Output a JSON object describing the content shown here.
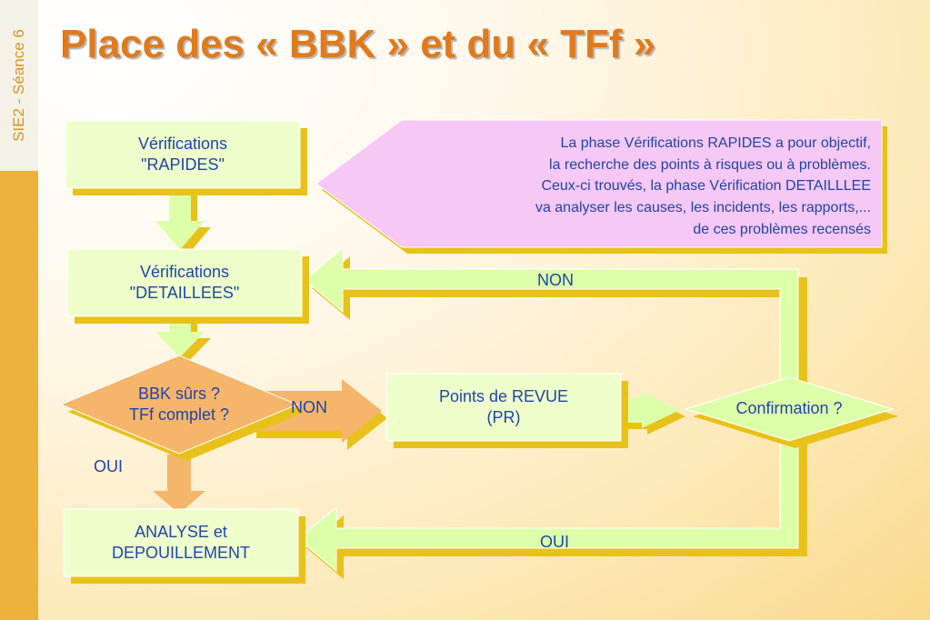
{
  "slide": {
    "sidebar_label": "SIE2 - Séance 6",
    "title": "Place des « BBK » et du « TFf »"
  },
  "nodes": {
    "rapides": "Vérifications\n\"RAPIDES\"",
    "detaillees": "Vérifications\n\"DETAILLEES\"",
    "decision_bbk": "BBK sûrs ?\nTFf complet ?",
    "points_revue": "Points de REVUE\n(PR)",
    "confirmation": "Confirmation ?",
    "analyse": "ANALYSE et\nDEPOUILLEMENT"
  },
  "note": {
    "lines": [
      "La phase Vérifications RAPIDES a pour objectif,",
      "la recherche des points à risques ou à problèmes.",
      "Ceux-ci trouvés, la phase Vérification DETAILLLEE",
      "va analyser les causes, les incidents, les rapports,...",
      "de ces problèmes recensés"
    ]
  },
  "edges": {
    "bbk_non": "NON",
    "bbk_oui": "OUI",
    "confirm_non": "NON",
    "confirm_oui": "OUI"
  },
  "colors": {
    "box_fill": "#eeffcc",
    "box_shadow": "#e8c21a",
    "decision_fill": "#f5b56a",
    "note_fill": "#f6c8f6",
    "arrow_fill": "#ddffaa",
    "text": "#1f45a8",
    "title": "#e07a1c",
    "sidebar": "#ecb23c"
  }
}
